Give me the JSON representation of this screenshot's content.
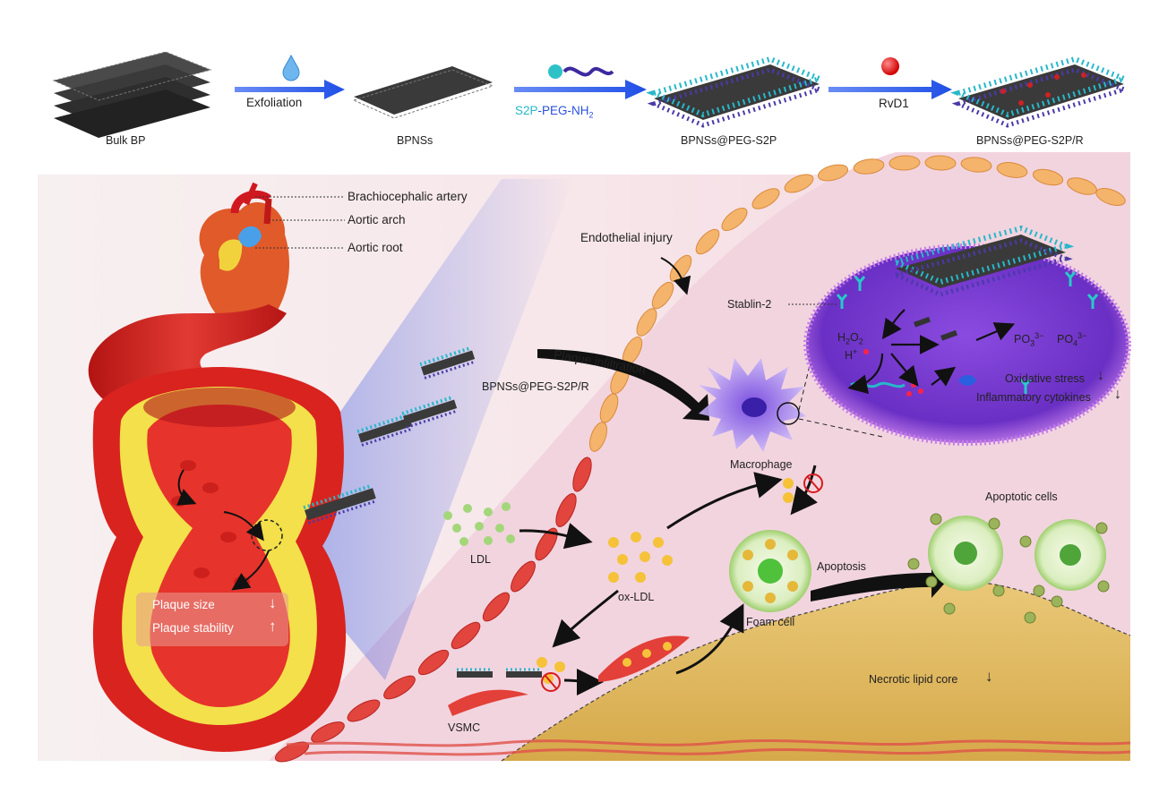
{
  "synthesis": {
    "step1_label": "Exfoliation",
    "step2_label_a": "S2P",
    "step2_label_b": "-PEG-NH",
    "step2_label_sub": "2",
    "step3_label": "RvD1",
    "products": [
      "Bulk BP",
      "BPNSs",
      "BPNSs@PEG-S2P",
      "BPNSs@PEG-S2P/R"
    ]
  },
  "heart": {
    "labels": [
      "Brachiocephalic artery",
      "Aortic arch",
      "Aortic root"
    ]
  },
  "vessel": {
    "result_1": "Plaque size",
    "result_2": "Plaque stability",
    "result_1_arrow": "↓",
    "result_2_arrow": "↑"
  },
  "plaque": {
    "endothelial": "Endothelial injury",
    "particles": "BPNSs@PEG-S2P/R",
    "infiltration": "Plaque infiltration",
    "macrophage": "Macrophage",
    "ldl": "LDL",
    "oxldl": "ox-LDL",
    "vsmc": "VSMC",
    "foam": "Foam cell",
    "apoptosis": "Apoptosis",
    "apoptotic": "Apoptotic cells",
    "necrotic": "Necrotic lipid core",
    "necrotic_arrow": "↓"
  },
  "inset": {
    "stablin": "Stablin-2",
    "h2o2": "H",
    "h2o2_sub1": "2",
    "h2o2_mid": "O",
    "h2o2_sub2": "2",
    "hplus": "H",
    "hplus_sup": "+",
    "po3": "PO",
    "po3_sub": "3",
    "po3_sup": "3−",
    "po4": "PO",
    "po4_sub": "4",
    "po4_sup": "3−",
    "oxidative": "Oxidative stress",
    "inflammatory": "Inflammatory cytokines",
    "arrow": "↓"
  },
  "colors": {
    "arrow_blue": "#1f4fe6",
    "vessel_red": "#d8201f",
    "plaque_yellow": "#f3e04a",
    "macrophage_purple": "#7b3fd6",
    "background_pink": "#f6dfe6"
  }
}
